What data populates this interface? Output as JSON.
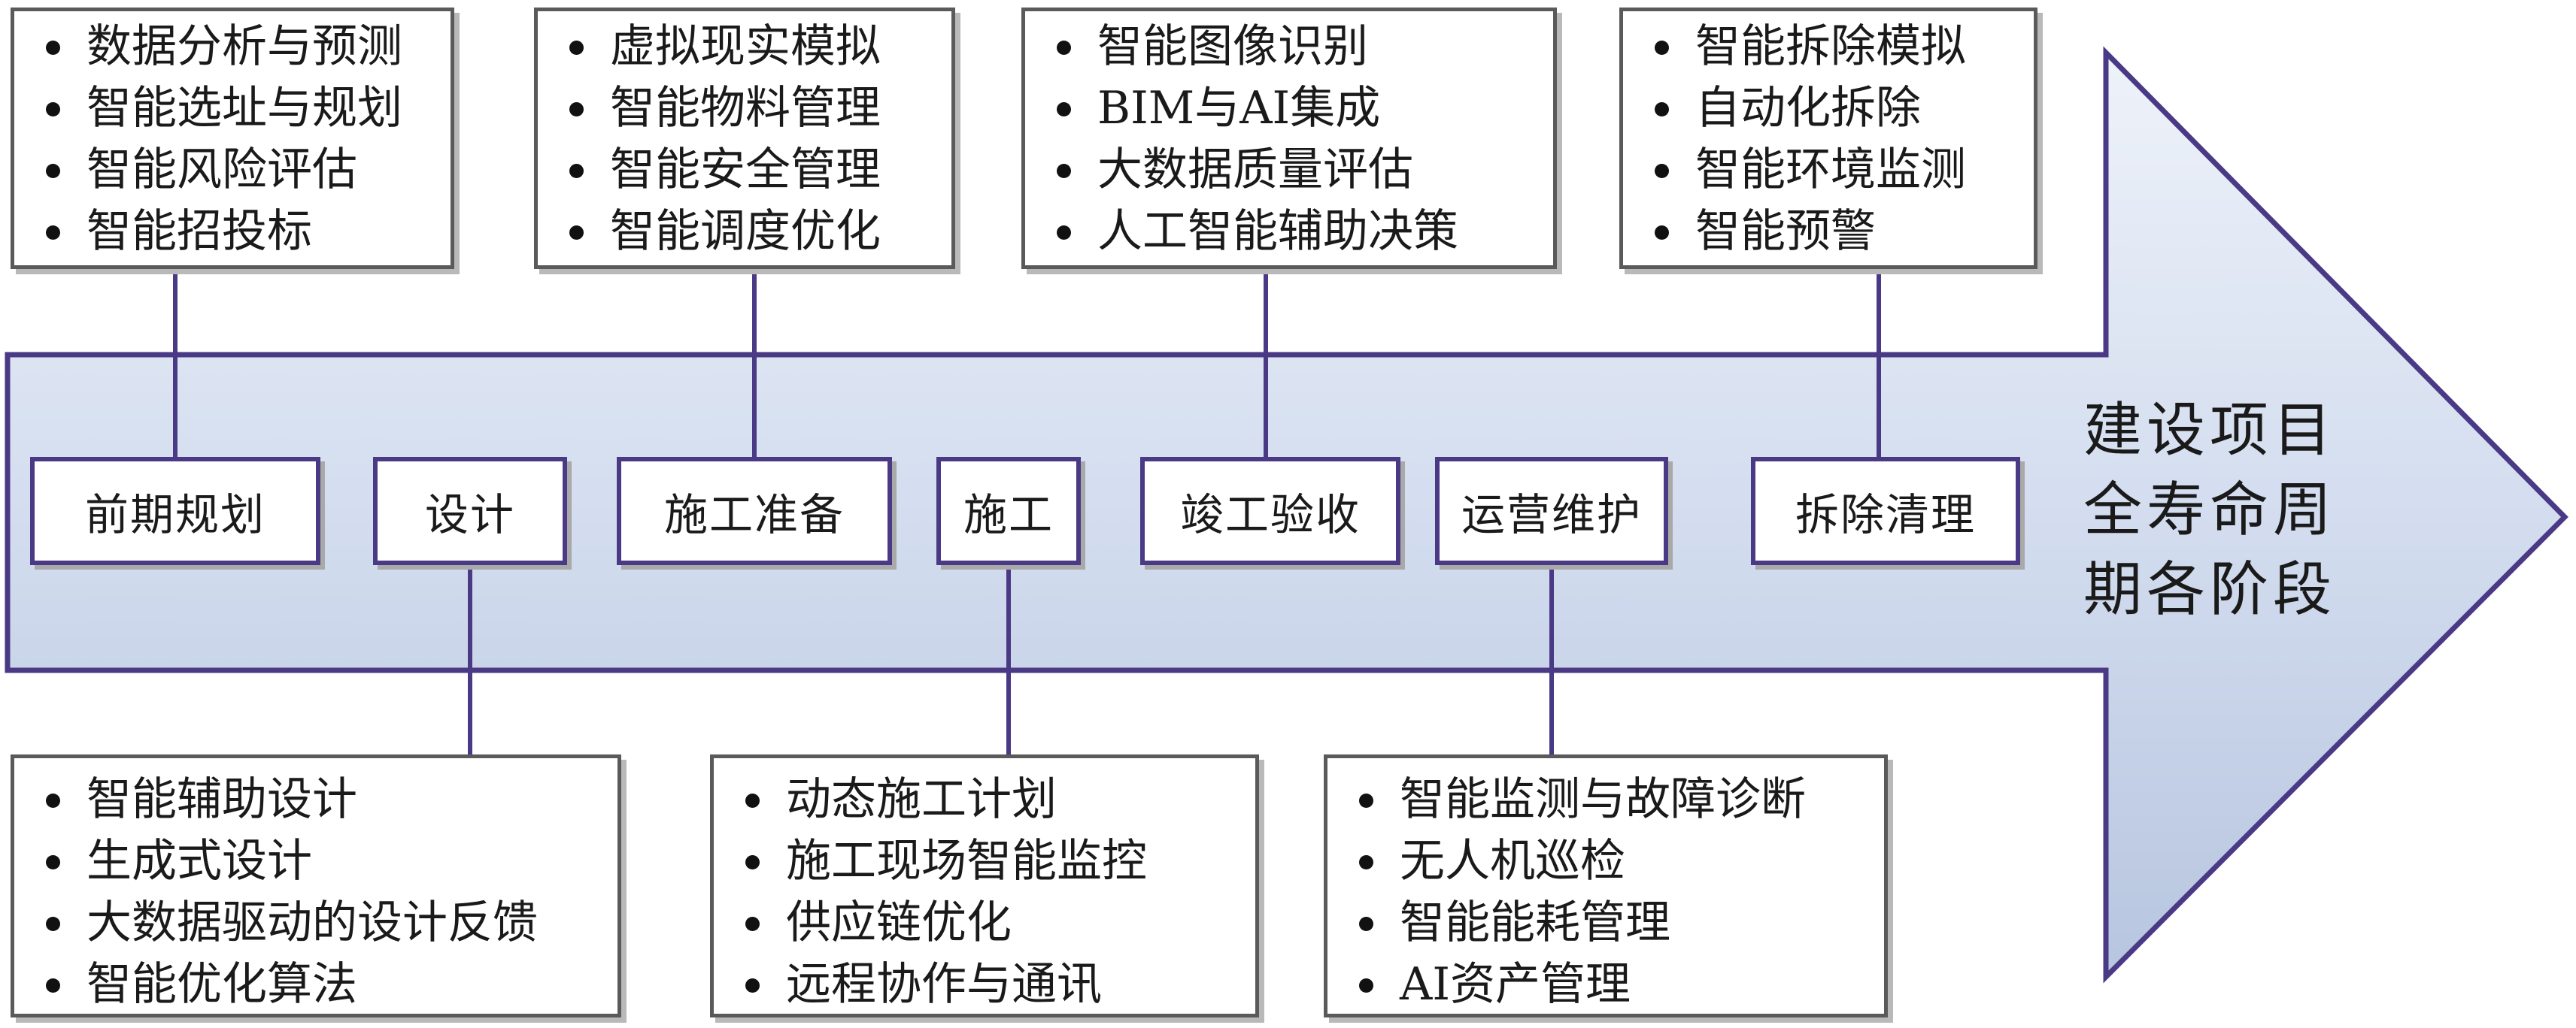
{
  "arrow_title": [
    "建设项目",
    "全寿命周",
    "期各阶段"
  ],
  "stages": [
    "前期规划",
    "设计",
    "施工准备",
    "施工",
    "竣工验收",
    "运营维护",
    "拆除清理"
  ],
  "top_boxes": [
    {
      "items": [
        "数据分析与预测",
        "智能选址与规划",
        "智能风险评估",
        "智能招投标"
      ]
    },
    {
      "items": [
        "虚拟现实模拟",
        "智能物料管理",
        "智能安全管理",
        "智能调度优化"
      ]
    },
    {
      "items": [
        "智能图像识别",
        "BIM与AI集成",
        "大数据质量评估",
        "人工智能辅助决策"
      ]
    },
    {
      "items": [
        "智能拆除模拟",
        "自动化拆除",
        "智能环境监测",
        "智能预警"
      ]
    }
  ],
  "bottom_boxes": [
    {
      "items": [
        "智能辅助设计",
        "生成式设计",
        "大数据驱动的设计反馈",
        "智能优化算法"
      ]
    },
    {
      "items": [
        "动态施工计划",
        "施工现场智能监控",
        "供应链优化",
        "远程协作与通讯"
      ]
    },
    {
      "items": [
        "智能监测与故障诊断",
        "无人机巡检",
        "智能能耗管理",
        "AI资产管理"
      ]
    }
  ],
  "colors": {
    "arrow_fill_top": "#e6ecf6",
    "arrow_fill_bottom": "#b9c7e0",
    "arrow_stroke": "#4a3a86",
    "connector": "#4a3a86",
    "box_border": "#5a5a5a"
  }
}
